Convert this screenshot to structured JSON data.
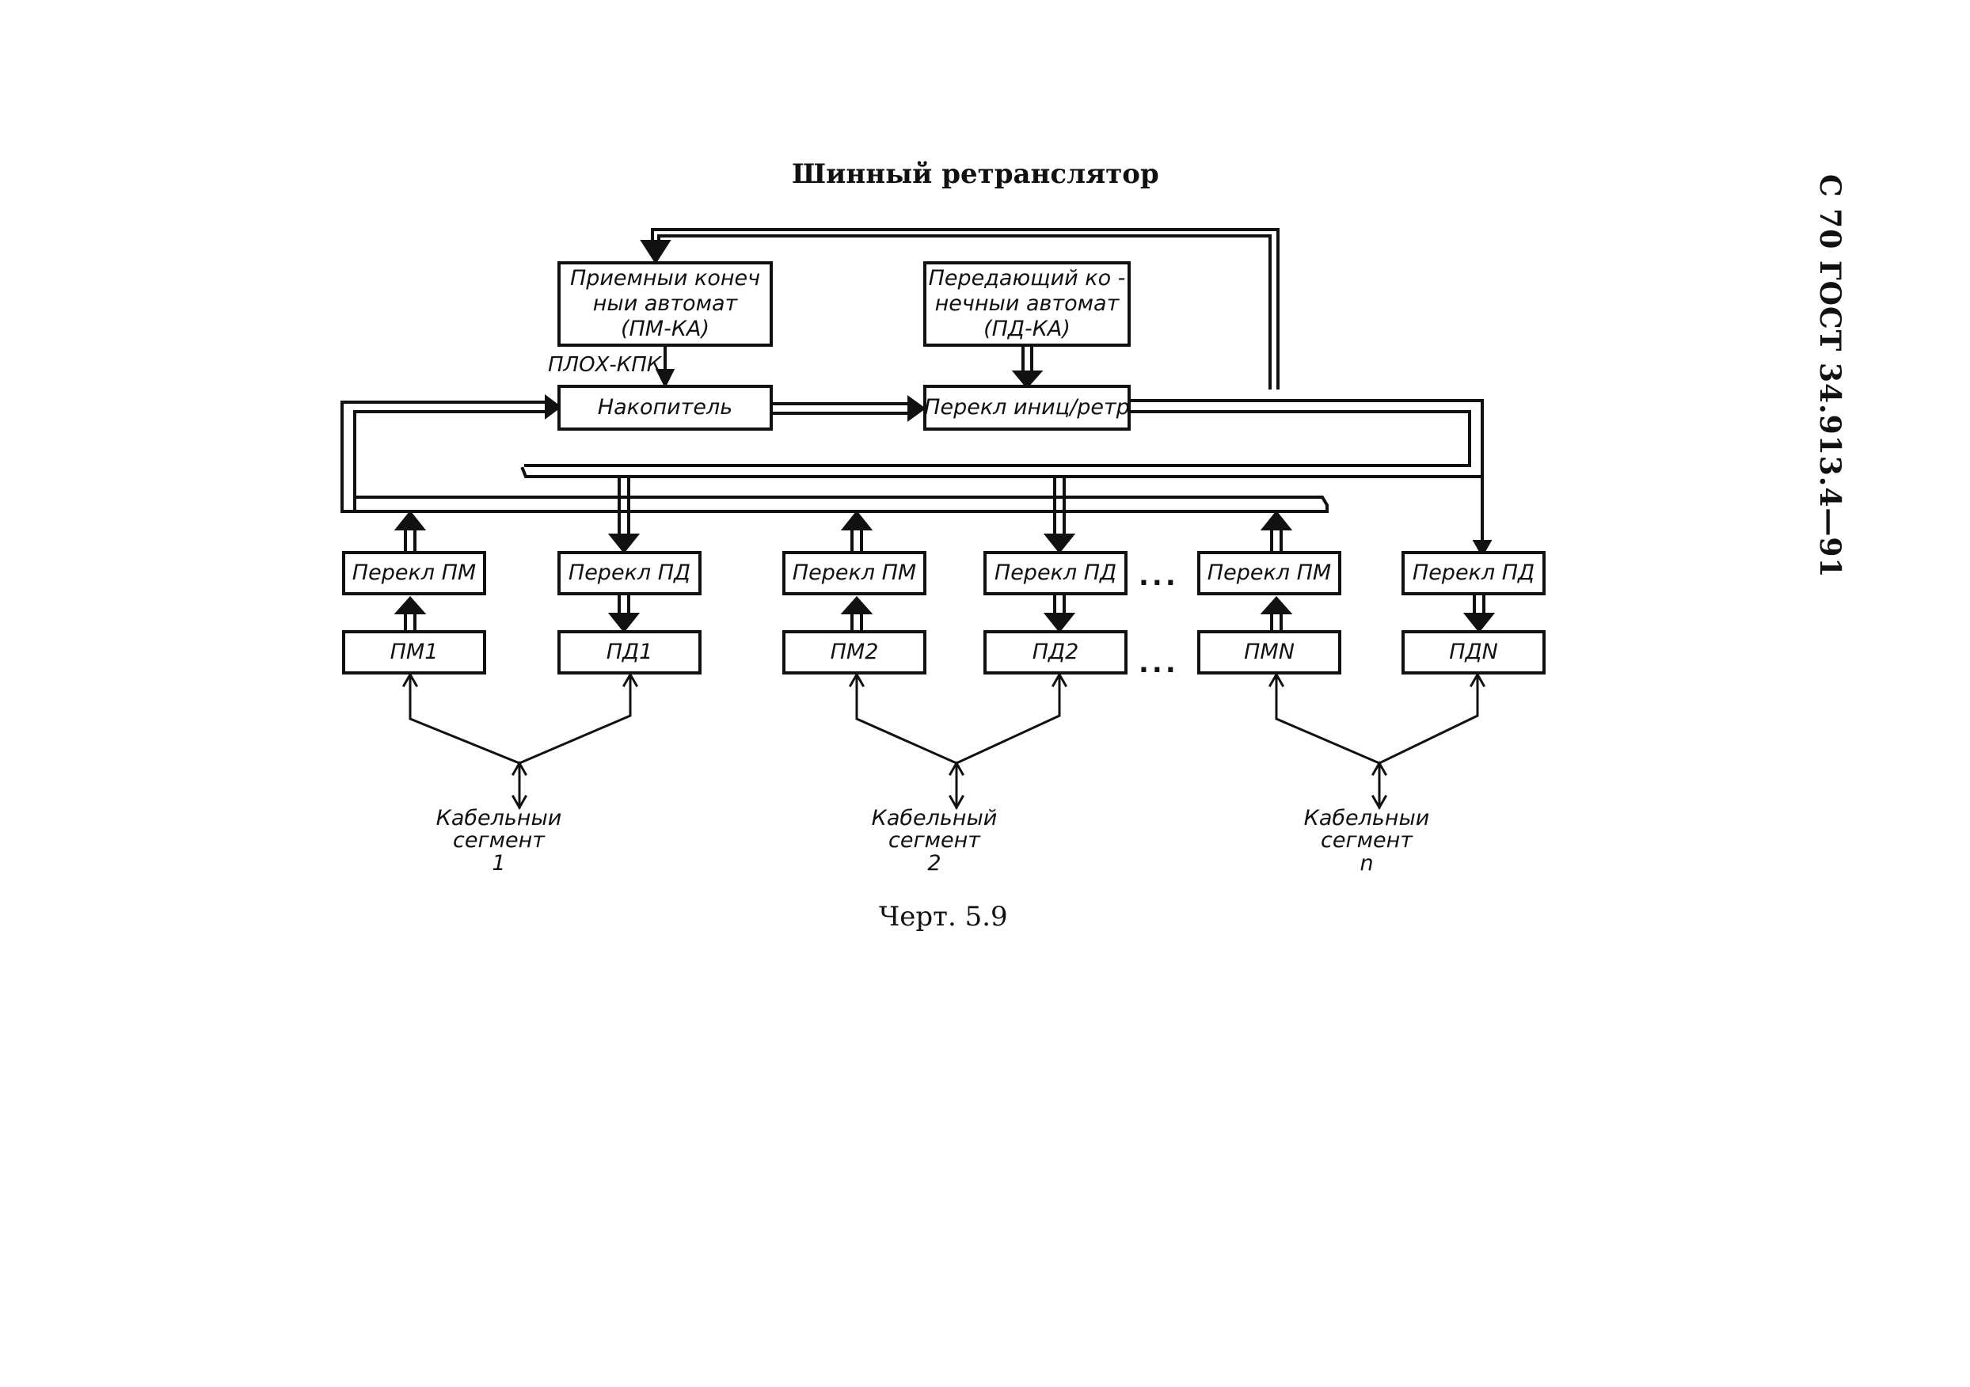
{
  "title": "Шинный ретранслятор",
  "caption": "Черт. 5.9",
  "side_label": "С 70 ГОСТ 34.913.4—91",
  "top_blocks": {
    "receiver": [
      "Приемныи конеч",
      "ныи автомат",
      "(ПМ-КА)"
    ],
    "transmitter": [
      "Передающий ко -",
      "нечныи автомат",
      "(ПД-КА)"
    ],
    "accumulator": "Накопитель",
    "switch_init": "Перекл иниц/ретр"
  },
  "signal_label": "ПЛОХ-КПК",
  "switch_blocks": [
    "Перекл ПМ",
    "Перекл ПД",
    "Перекл ПМ",
    "Перекл ПД",
    "Перекл ПМ",
    "Перекл ПД"
  ],
  "unit_blocks": [
    "ПМ1",
    "ПД1",
    "ПМ2",
    "ПД2",
    "ПМN",
    "ПДN"
  ],
  "ellipsis": "...",
  "segments": [
    {
      "line1": "Кабельныи",
      "line2": "сегмент",
      "line3": "1"
    },
    {
      "line1": "Кабельный",
      "line2": "сегмент",
      "line3": "2"
    },
    {
      "line1": "Кабельныи",
      "line2": "сегмент",
      "line3": "n"
    }
  ]
}
